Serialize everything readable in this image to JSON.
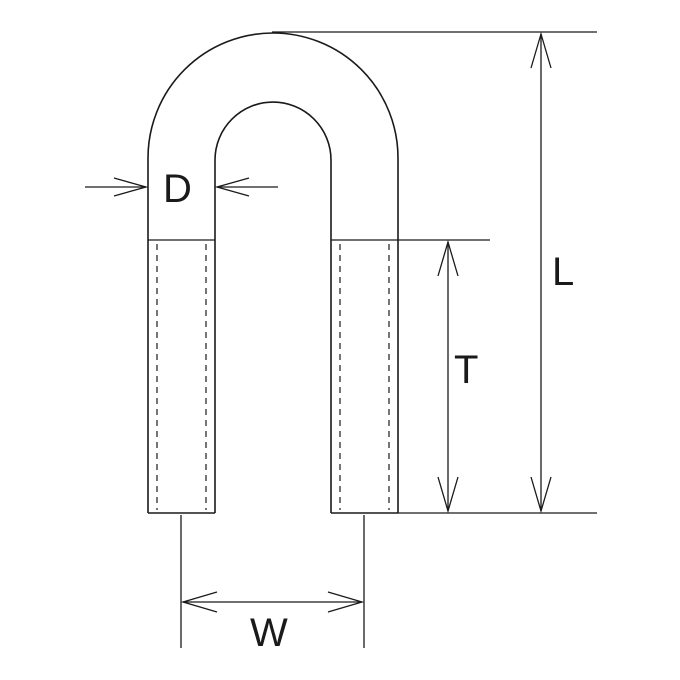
{
  "labels": {
    "diameter": "D",
    "length": "L",
    "thread_length": "T",
    "width": "W"
  }
}
